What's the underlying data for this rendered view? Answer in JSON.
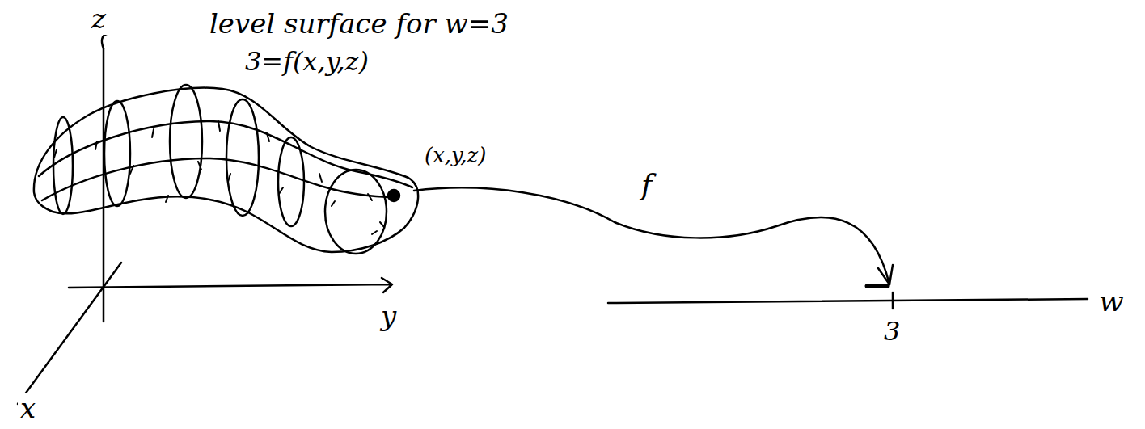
{
  "diagram": {
    "labels": [
      "z",
      "level surface for w=3",
      "3=f(x,y,z)",
      "(x,y,z)",
      "f",
      "y",
      "x",
      "3",
      "w"
    ]
  }
}
